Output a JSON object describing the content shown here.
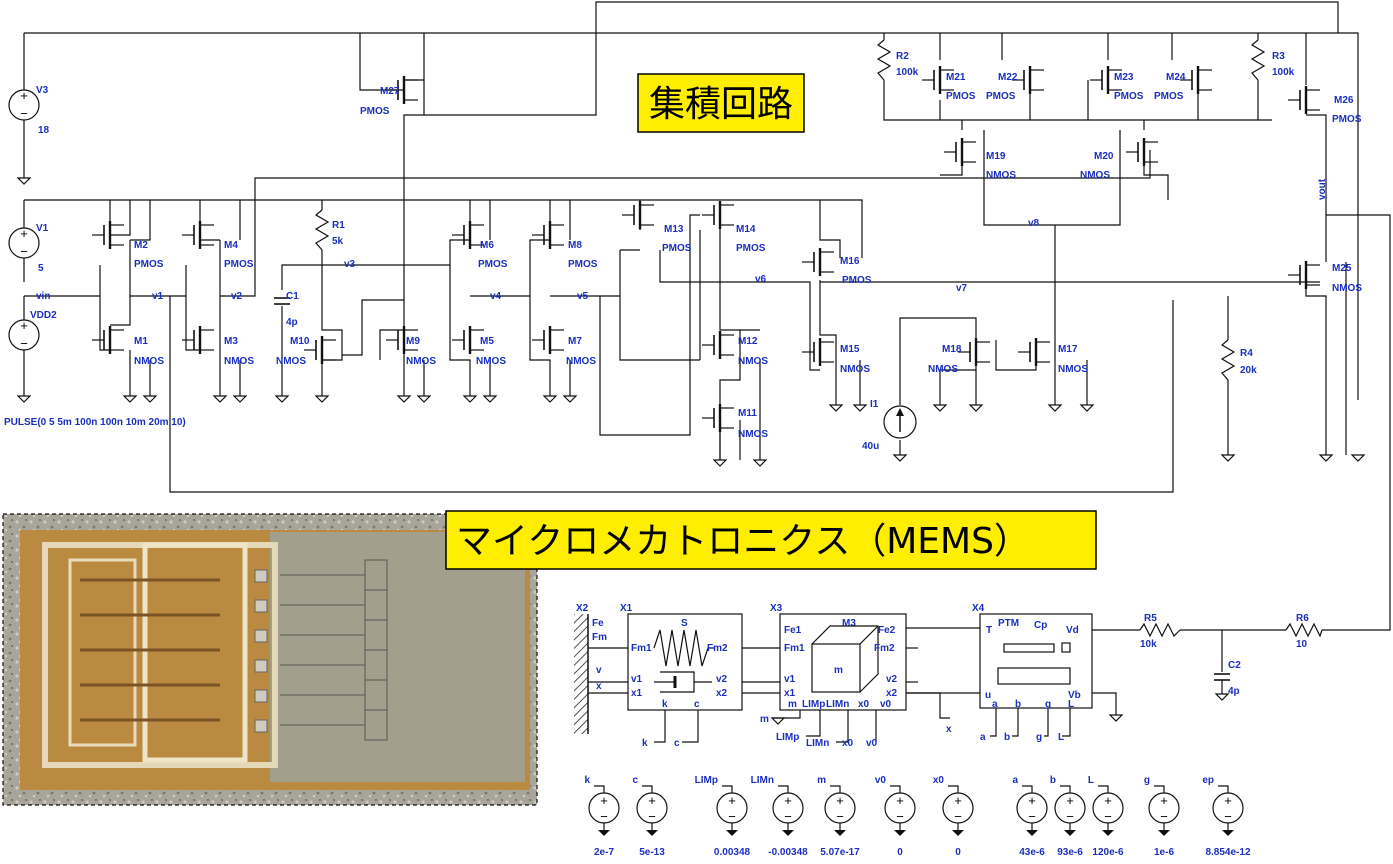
{
  "titles": {
    "integrated_circuit": "集積回路",
    "mems": "マイクロメカトロニクス（MEMS）"
  },
  "colors": {
    "wire": "#111111",
    "label": "#1a2fc0",
    "title_bg": "#ffee00",
    "title_border": "#000000"
  },
  "sources_top": [
    {
      "name": "V3",
      "value": "18"
    },
    {
      "name": "V1",
      "value": "5"
    },
    {
      "name": "VDD2",
      "value": ""
    }
  ],
  "pulse_spec": "PULSE(0 5 5m 100n 100n 10m 20m 10)",
  "transistors": {
    "m27": {
      "name": "M27",
      "type": "PMOS"
    },
    "m2": {
      "name": "M2",
      "type": "PMOS"
    },
    "m4": {
      "name": "M4",
      "type": "PMOS"
    },
    "m6": {
      "name": "M6",
      "type": "PMOS"
    },
    "m8": {
      "name": "M8",
      "type": "PMOS"
    },
    "m13": {
      "name": "M13",
      "type": "PMOS"
    },
    "m14": {
      "name": "M14",
      "type": "PMOS"
    },
    "m16": {
      "name": "M16",
      "type": "PMOS"
    },
    "m1": {
      "name": "M1",
      "type": "NMOS"
    },
    "m3": {
      "name": "M3",
      "type": "NMOS"
    },
    "m10": {
      "name": "M10",
      "type": "NMOS"
    },
    "m9": {
      "name": "M9",
      "type": "NMOS"
    },
    "m5": {
      "name": "M5",
      "type": "NMOS"
    },
    "m7": {
      "name": "M7",
      "type": "NMOS"
    },
    "m12": {
      "name": "M12",
      "type": "NMOS"
    },
    "m11": {
      "name": "M11",
      "type": "NMOS"
    },
    "m15": {
      "name": "M15",
      "type": "NMOS"
    },
    "m18": {
      "name": "M18",
      "type": "NMOS"
    },
    "m17": {
      "name": "M17",
      "type": "NMOS"
    },
    "m19": {
      "name": "M19",
      "type": "NMOS"
    },
    "m20": {
      "name": "M20",
      "type": "NMOS"
    },
    "m21": {
      "name": "M21",
      "type": "PMOS"
    },
    "m22": {
      "name": "M22",
      "type": "PMOS"
    },
    "m23": {
      "name": "M23",
      "type": "PMOS"
    },
    "m24": {
      "name": "M24",
      "type": "PMOS"
    },
    "m26": {
      "name": "M26",
      "type": "PMOS"
    },
    "m25": {
      "name": "M25",
      "type": "NMOS"
    }
  },
  "resistors": {
    "r1": {
      "name": "R1",
      "value": "5k"
    },
    "r2": {
      "name": "R2",
      "value": "100k"
    },
    "r3": {
      "name": "R3",
      "value": "100k"
    },
    "r4": {
      "name": "R4",
      "value": "20k"
    },
    "r5": {
      "name": "R5",
      "value": "10k"
    },
    "r6": {
      "name": "R6",
      "value": "10"
    }
  },
  "capacitors": {
    "c1": {
      "name": "C1",
      "value": "4p"
    },
    "c2": {
      "name": "C2",
      "value": "4p"
    }
  },
  "current_source": {
    "name": "I1",
    "value": "40u"
  },
  "nets": {
    "vin": "vin",
    "v1": "v1",
    "v2": "v2",
    "v3": "v3",
    "v4": "v4",
    "v5": "v5",
    "v6": "v6",
    "v7": "v7",
    "v8": "v8",
    "vout": "vout"
  },
  "mems_blocks": {
    "x2": {
      "name": "X2",
      "pins": [
        "Fe",
        "Fm",
        "v",
        "x"
      ]
    },
    "x1": {
      "name": "X1",
      "title": "S",
      "pins_left": [
        "Fm1",
        "v1",
        "x1"
      ],
      "pins_right": [
        "Fm2",
        "v2",
        "x2"
      ],
      "pins_bottom": [
        "k",
        "c"
      ]
    },
    "x3": {
      "name": "X3",
      "title": "M3",
      "mass_label": "m",
      "pins_left": [
        "Fe1",
        "Fm1",
        "v1",
        "x1"
      ],
      "pins_right": [
        "Fe2",
        "Fm2",
        "v2",
        "x2"
      ],
      "pins_bottom": [
        "m",
        "LIMp",
        "LIMn",
        "x0",
        "v0"
      ]
    },
    "x4": {
      "name": "X4",
      "title": "PTM",
      "pins_top": [
        "T",
        "Cp",
        "Vd"
      ],
      "pins_bottom": [
        "u",
        "a",
        "b",
        "g",
        "L",
        "Vb"
      ]
    }
  },
  "x1_ext": {
    "k": "k",
    "c": "c"
  },
  "x3_ext": {
    "m": "m",
    "LIMp": "LIMp",
    "LIMn": "LIMn",
    "x0": "x0",
    "v0": "v0"
  },
  "x3_x_label": "x",
  "x4_ext": {
    "a": "a",
    "b": "b",
    "g": "g",
    "L": "L"
  },
  "param_sources": [
    {
      "name": "k",
      "value": "2e-7"
    },
    {
      "name": "c",
      "value": "5e-13"
    },
    {
      "name": "LIMp",
      "value": "0.00348"
    },
    {
      "name": "LIMn",
      "value": "-0.00348"
    },
    {
      "name": "m",
      "value": "5.07e-17"
    },
    {
      "name": "v0",
      "value": "0"
    },
    {
      "name": "x0",
      "value": "0"
    },
    {
      "name": "a",
      "value": "43e-6"
    },
    {
      "name": "b",
      "value": "93e-6"
    },
    {
      "name": "L",
      "value": "120e-6"
    },
    {
      "name": "g",
      "value": "1e-6"
    },
    {
      "name": "ep",
      "value": "8.854e-12"
    }
  ]
}
